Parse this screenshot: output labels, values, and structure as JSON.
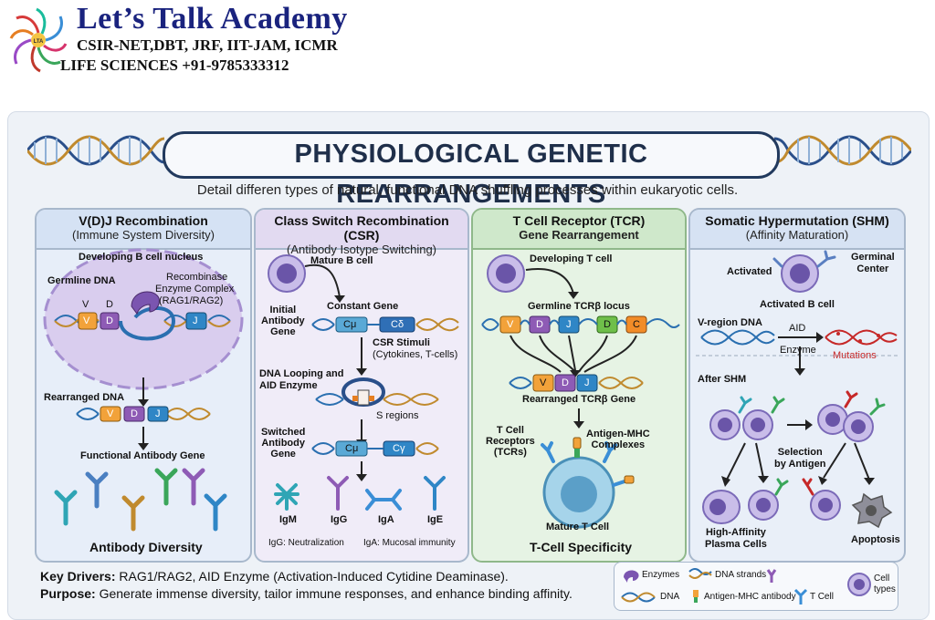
{
  "brand": {
    "name": "Let’s Talk Academy",
    "exams": "CSIR-NET,DBT, JRF, IIT-JAM, ICMR",
    "contact": "LIFE SCIENCES  +91-9785333312"
  },
  "poster": {
    "title": "PHYSIOLOGICAL GENETIC REARRANGEMENTS",
    "subtitle": "Detail differen types of natural, functional DNA shuffling processes within eukaryotic cells."
  },
  "panels": {
    "vdj": {
      "title": "V(D)J Recombination",
      "subtitle": "(Immune System Diversity)",
      "nucleus": "Developing B cell nucleus",
      "germline": "Germline DNA",
      "enzyme1": "Recombinase",
      "enzyme2": "Enzyme Complex",
      "enzyme3": "(RAG1/RAG2)",
      "seg_v": "V",
      "seg_d": "D",
      "seg_j": "J",
      "rearranged": "Rearranged DNA",
      "functional": "Functional Antibody Gene",
      "footer": "Antibody Diversity"
    },
    "csr": {
      "title": "Class Switch Recombination (CSR)",
      "subtitle": "(Antibody Isotype Switching)",
      "mature": "Mature B cell",
      "initial": "Initial\nAntibody\nGene",
      "constant": "Constant Gene",
      "cmu": "Cμ",
      "cdelta": "Cδ",
      "cgamma": "Cγ",
      "stimuli1": "CSR Stimuli",
      "stimuli2": "(Cytokines, T-cells)",
      "looping1": "DNA Looping and",
      "looping2": "AID Enzyme",
      "sregions": "S regions",
      "switched": "Switched\nAntibody\nGene",
      "igm": "IgM",
      "igg": "IgG",
      "iga": "IgA",
      "ige": "IgE",
      "note1": "IgG: Neutralization",
      "note2": "IgA: Mucosal immunity"
    },
    "tcr": {
      "title": "T Cell Receptor (TCR)",
      "subtitle": "Gene Rearrangement",
      "developing": "Developing T cell",
      "locus": "Germline TCRβ locus",
      "seg_v": "V",
      "seg_d": "D",
      "seg_j": "J",
      "seg_c": "C",
      "rearranged": "Rearranged TCRβ Gene",
      "receptors": "T Cell\nReceptors\n(TCRs)",
      "mhc": "Antigen-MHC\nComplexes",
      "mature": "Mature T Cell",
      "footer": "T-Cell Specificity"
    },
    "shm": {
      "title": "Somatic Hypermutation (SHM)",
      "subtitle": "(Affinity Maturation)",
      "activated": "Activated",
      "germinal": "Germinal\nCenter",
      "activated_b": "Activated B cell",
      "vregion": "V-region DNA",
      "aid": "AID",
      "enzyme": "Enzyme",
      "mutations": "Mutations",
      "after": "After SHM",
      "selection": "Selection\nby Antigen",
      "plasma": "High-Affinity\nPlasma Cells",
      "apoptosis": "Apoptosis"
    }
  },
  "footer": {
    "drivers_label": "Key Drivers:",
    "drivers_text": " RAG1/RAG2, AID Enzyme (Activation-Induced Cytidine Deaminase).",
    "purpose_label": "Purpose:",
    "purpose_text": " Generate immense diversity, tailor immune responses, and enhance binding affinity."
  },
  "legend": {
    "enzymes": "Enzymes",
    "dna_strands": "DNA strands",
    "dna": "DNA",
    "antigen": "Antigen-MHC antibody",
    "tcell": "T Cell",
    "cell_types": "Cell\ntypes"
  },
  "colors": {
    "title_border": "#223a5e",
    "segment_v": "#f2a23a",
    "segment_d": "#8e5bb5",
    "segment_j": "#2f86c6",
    "segment_c": "#f28c28",
    "cell": "#8d7fc6",
    "mutation": "#c62828"
  }
}
